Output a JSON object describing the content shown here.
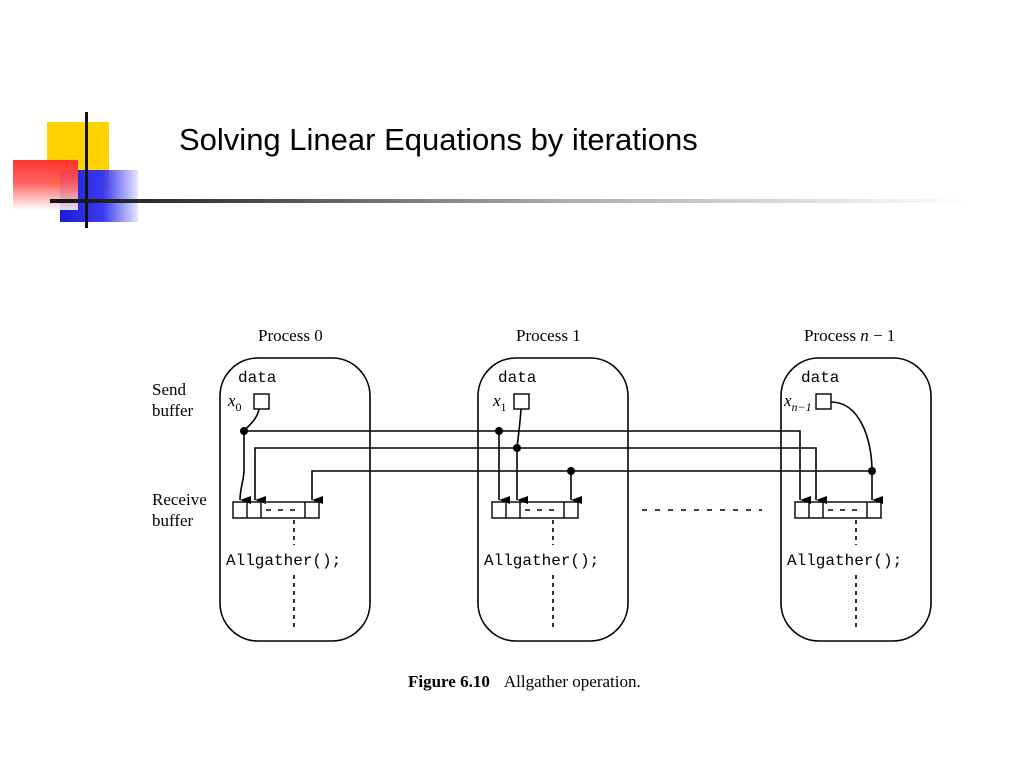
{
  "slide": {
    "title": "Solving Linear Equations by iterations"
  },
  "diagram": {
    "processes": [
      {
        "header": "Process 0",
        "data_label": "data",
        "var_base": "x",
        "var_sub": "0",
        "call": "Allgather();"
      },
      {
        "header": "Process 1",
        "data_label": "data",
        "var_base": "x",
        "var_sub": "1",
        "call": "Allgather();"
      },
      {
        "header_prefix": "Process ",
        "header_var": "n",
        "header_suffix": " − 1",
        "data_label": "data",
        "var_base": "x",
        "var_sub": "n−1",
        "call": "Allgather();"
      }
    ],
    "left_labels": {
      "send_line1": "Send",
      "send_line2": "buffer",
      "receive_line1": "Receive",
      "receive_line2": "buffer"
    },
    "buffer_gap_mark": "– ",
    "caption_bold": "Figure 6.10",
    "caption_text": "Allgather operation."
  }
}
